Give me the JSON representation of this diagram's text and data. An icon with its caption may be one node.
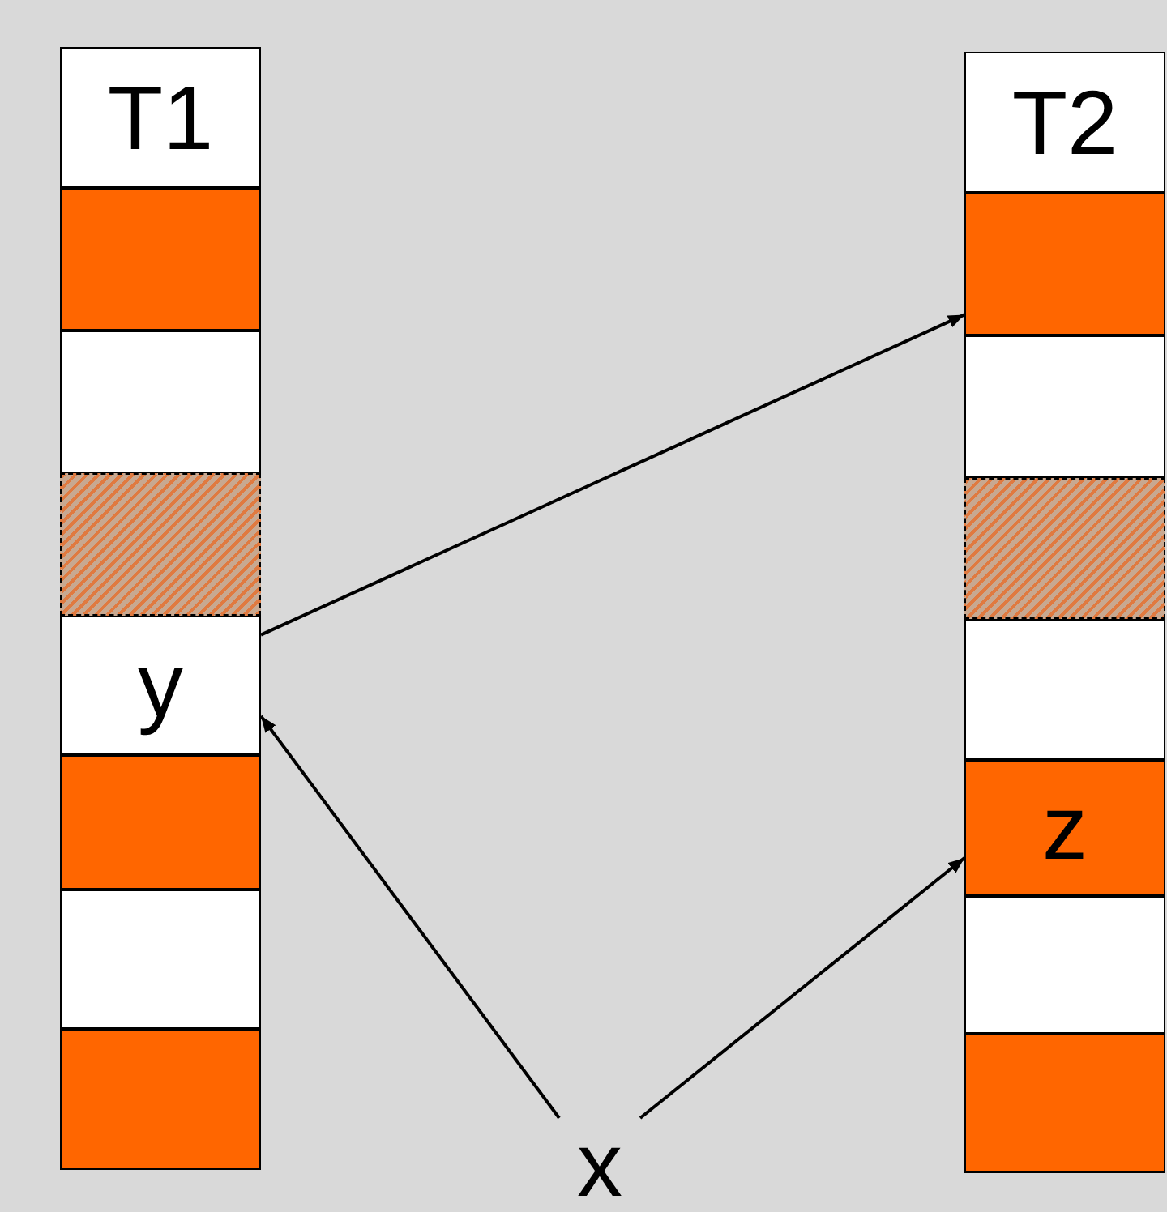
{
  "diagram": {
    "nodes": [
      {
        "text": [
          "T1"
        ]
      },
      {
        "text": [],
        "shape": "box"
      },
      {
        "text": [],
        "shape": "box"
      },
      {
        "text": [],
        "shape": "box"
      },
      {
        "text": [
          "y"
        ]
      },
      {
        "text": [],
        "shape": "box"
      },
      {
        "text": [],
        "shape": "box"
      },
      {
        "text": [],
        "shape": "box"
      },
      {
        "text": [
          "T2"
        ]
      },
      {
        "text": [],
        "shape": "box"
      },
      {
        "text": [],
        "shape": "box"
      },
      {
        "text": [],
        "shape": "box"
      },
      {
        "text": [],
        "shape": "box"
      },
      {
        "text": [
          "z"
        ]
      },
      {
        "text": [],
        "shape": "box"
      },
      {
        "text": [],
        "shape": "box"
      },
      {
        "text": [
          "x"
        ]
      }
    ],
    "edges": [
      {
        "from": 4,
        "to": 9,
        "arrow": "to"
      },
      {
        "from": 16,
        "to": 4,
        "arrow": "to"
      },
      {
        "from": 16,
        "to": 13,
        "arrow": "to"
      }
    ]
  }
}
